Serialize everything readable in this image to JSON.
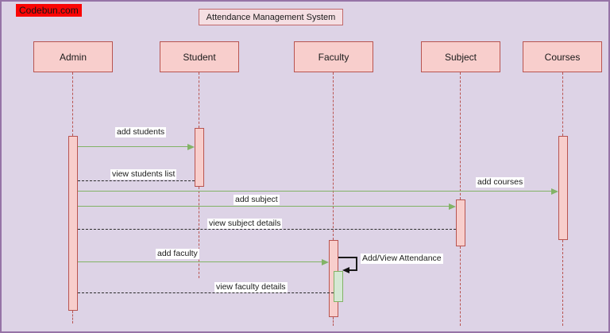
{
  "diagram": {
    "watermark": "Codebun.com",
    "title": "Attendance Management System"
  },
  "lifelines": [
    {
      "name": "Admin"
    },
    {
      "name": "Student"
    },
    {
      "name": "Faculty"
    },
    {
      "name": "Subject"
    },
    {
      "name": "Courses"
    }
  ],
  "messages": [
    {
      "label": "add students",
      "type": "solid",
      "from": "Admin",
      "to": "Student"
    },
    {
      "label": "view students list",
      "type": "dashed",
      "from": "Student",
      "to": "Admin"
    },
    {
      "label": "add courses",
      "type": "solid",
      "from": "Admin",
      "to": "Courses"
    },
    {
      "label": "add subject",
      "type": "solid",
      "from": "Admin",
      "to": "Subject"
    },
    {
      "label": "view subject details",
      "type": "dashed",
      "from": "Subject",
      "to": "Admin"
    },
    {
      "label": "add faculty",
      "type": "solid",
      "from": "Admin",
      "to": "Faculty"
    },
    {
      "label": "Add/View Attendance",
      "type": "self",
      "from": "Faculty",
      "to": "Faculty"
    },
    {
      "label": "view faculty details",
      "type": "dashed",
      "from": "Faculty",
      "to": "Admin"
    }
  ],
  "colors": {
    "background": "#ddd3e6",
    "outer_border": "#9673a6",
    "box_fill": "#f8cecc",
    "box_stroke": "#b85450",
    "title_fill": "#f5dfe3",
    "arrow_green": "#82b366",
    "activation_green_fill": "#d5e8d4",
    "activation_green_stroke": "#82b366",
    "watermark_bg": "#fa0505",
    "message_text": "#1a1a1a"
  }
}
